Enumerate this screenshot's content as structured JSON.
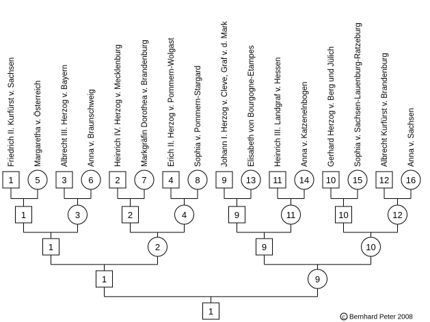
{
  "ancestors": [
    {
      "name": "Friedrich II. Kurfürst v. Sachsen",
      "number": "1",
      "sex": "male"
    },
    {
      "name": "Margaretha v. Österreich",
      "number": "5",
      "sex": "female"
    },
    {
      "name": "Albrecht III. Herzog v. Bayern",
      "number": "3",
      "sex": "male"
    },
    {
      "name": "Anna v. Braunschweig",
      "number": "6",
      "sex": "female"
    },
    {
      "name": "Heinrich IV. Herzog v. Mecklenburg",
      "number": "2",
      "sex": "male"
    },
    {
      "name": "Markgräfin Dorothea v. Brandenburg",
      "number": "7",
      "sex": "female"
    },
    {
      "name": "Erich II. Herzog v. Pommern-Wolgast",
      "number": "4",
      "sex": "male"
    },
    {
      "name": "Sophia v. Pommern-Stargard",
      "number": "8",
      "sex": "female"
    },
    {
      "name": "Johann I. Herzog v. Cleve, Graf v. d. Mark",
      "number": "9",
      "sex": "male"
    },
    {
      "name": "Elisabeth von Bourgogne-Etampes",
      "number": "13",
      "sex": "female"
    },
    {
      "name": "Heinrich III. Landgraf v. Hessen",
      "number": "11",
      "sex": "male"
    },
    {
      "name": "Anna v. Katzenelnbogen",
      "number": "14",
      "sex": "female"
    },
    {
      "name": "Gerhard Herzog v. Berg und Jülich",
      "number": "10",
      "sex": "male"
    },
    {
      "name": "Sophia v. Sachsen-Lauenburg-Ratzeburg",
      "number": "15",
      "sex": "female"
    },
    {
      "name": "Albrecht Kurfürst v. Brandenburg",
      "number": "12",
      "sex": "male"
    },
    {
      "name": "Anna v. Sachsen",
      "number": "16",
      "sex": "female"
    }
  ],
  "generations": [
    [
      {
        "number": "1",
        "sex": "male"
      },
      {
        "number": "3",
        "sex": "female"
      },
      {
        "number": "2",
        "sex": "male"
      },
      {
        "number": "4",
        "sex": "female"
      },
      {
        "number": "9",
        "sex": "male"
      },
      {
        "number": "11",
        "sex": "female"
      },
      {
        "number": "10",
        "sex": "male"
      },
      {
        "number": "12",
        "sex": "female"
      }
    ],
    [
      {
        "number": "1",
        "sex": "male"
      },
      {
        "number": "2",
        "sex": "female"
      },
      {
        "number": "9",
        "sex": "male"
      },
      {
        "number": "10",
        "sex": "female"
      }
    ],
    [
      {
        "number": "1",
        "sex": "male"
      },
      {
        "number": "9",
        "sex": "female"
      }
    ],
    [
      {
        "number": "1",
        "sex": "male"
      }
    ]
  ],
  "copyright": {
    "symbol": "C",
    "text": "Bernhard Peter 2008"
  },
  "colors": {
    "line": "#000000",
    "background": "#ffffff"
  }
}
